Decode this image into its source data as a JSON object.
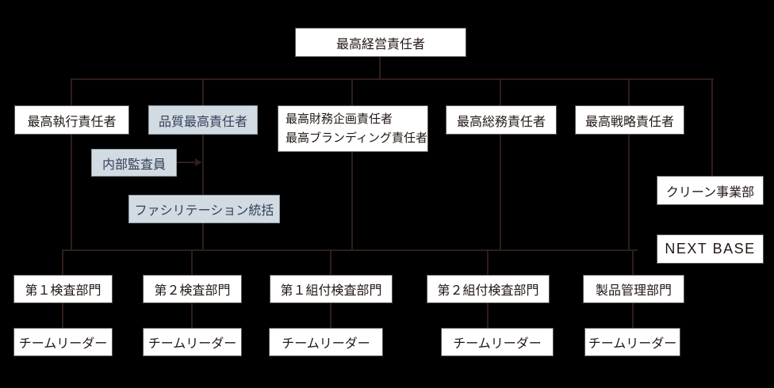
{
  "colors": {
    "background": "#000000",
    "connector_line": "#2e1e19",
    "white_box_bg": "#ffffff",
    "white_box_border": "#5c5651",
    "white_box_text": "#231815",
    "blue_box_bg": "#d3dbe2",
    "blue_box_border": "#8d99a3",
    "blue_box_text": "#31415a"
  },
  "org": {
    "ceo": "最高経営責任者",
    "executives": {
      "coo": "最高執行責任者",
      "cqo": "品質最高責任者",
      "cfo_line1": "最高財務企画責任者",
      "cfo_line2": "最高ブランディング責任者",
      "cgao": "最高総務責任者",
      "cso": "最高戦略責任者"
    },
    "staff": {
      "internal_auditor": "内部監査員",
      "facilitation": "ファシリテーション統括"
    },
    "business_units": {
      "clean_division": "クリーン事業部",
      "next_base": "NEXT BASE"
    },
    "departments": [
      {
        "name": "第１検査部門",
        "leader": "チームリーダー"
      },
      {
        "name": "第２検査部門",
        "leader": "チームリーダー"
      },
      {
        "name": "第１組付検査部門",
        "leader": "チームリーダー"
      },
      {
        "name": "第２組付検査部門",
        "leader": "チームリーダー"
      },
      {
        "name": "製品管理部門",
        "leader": "チームリーダー"
      }
    ]
  }
}
